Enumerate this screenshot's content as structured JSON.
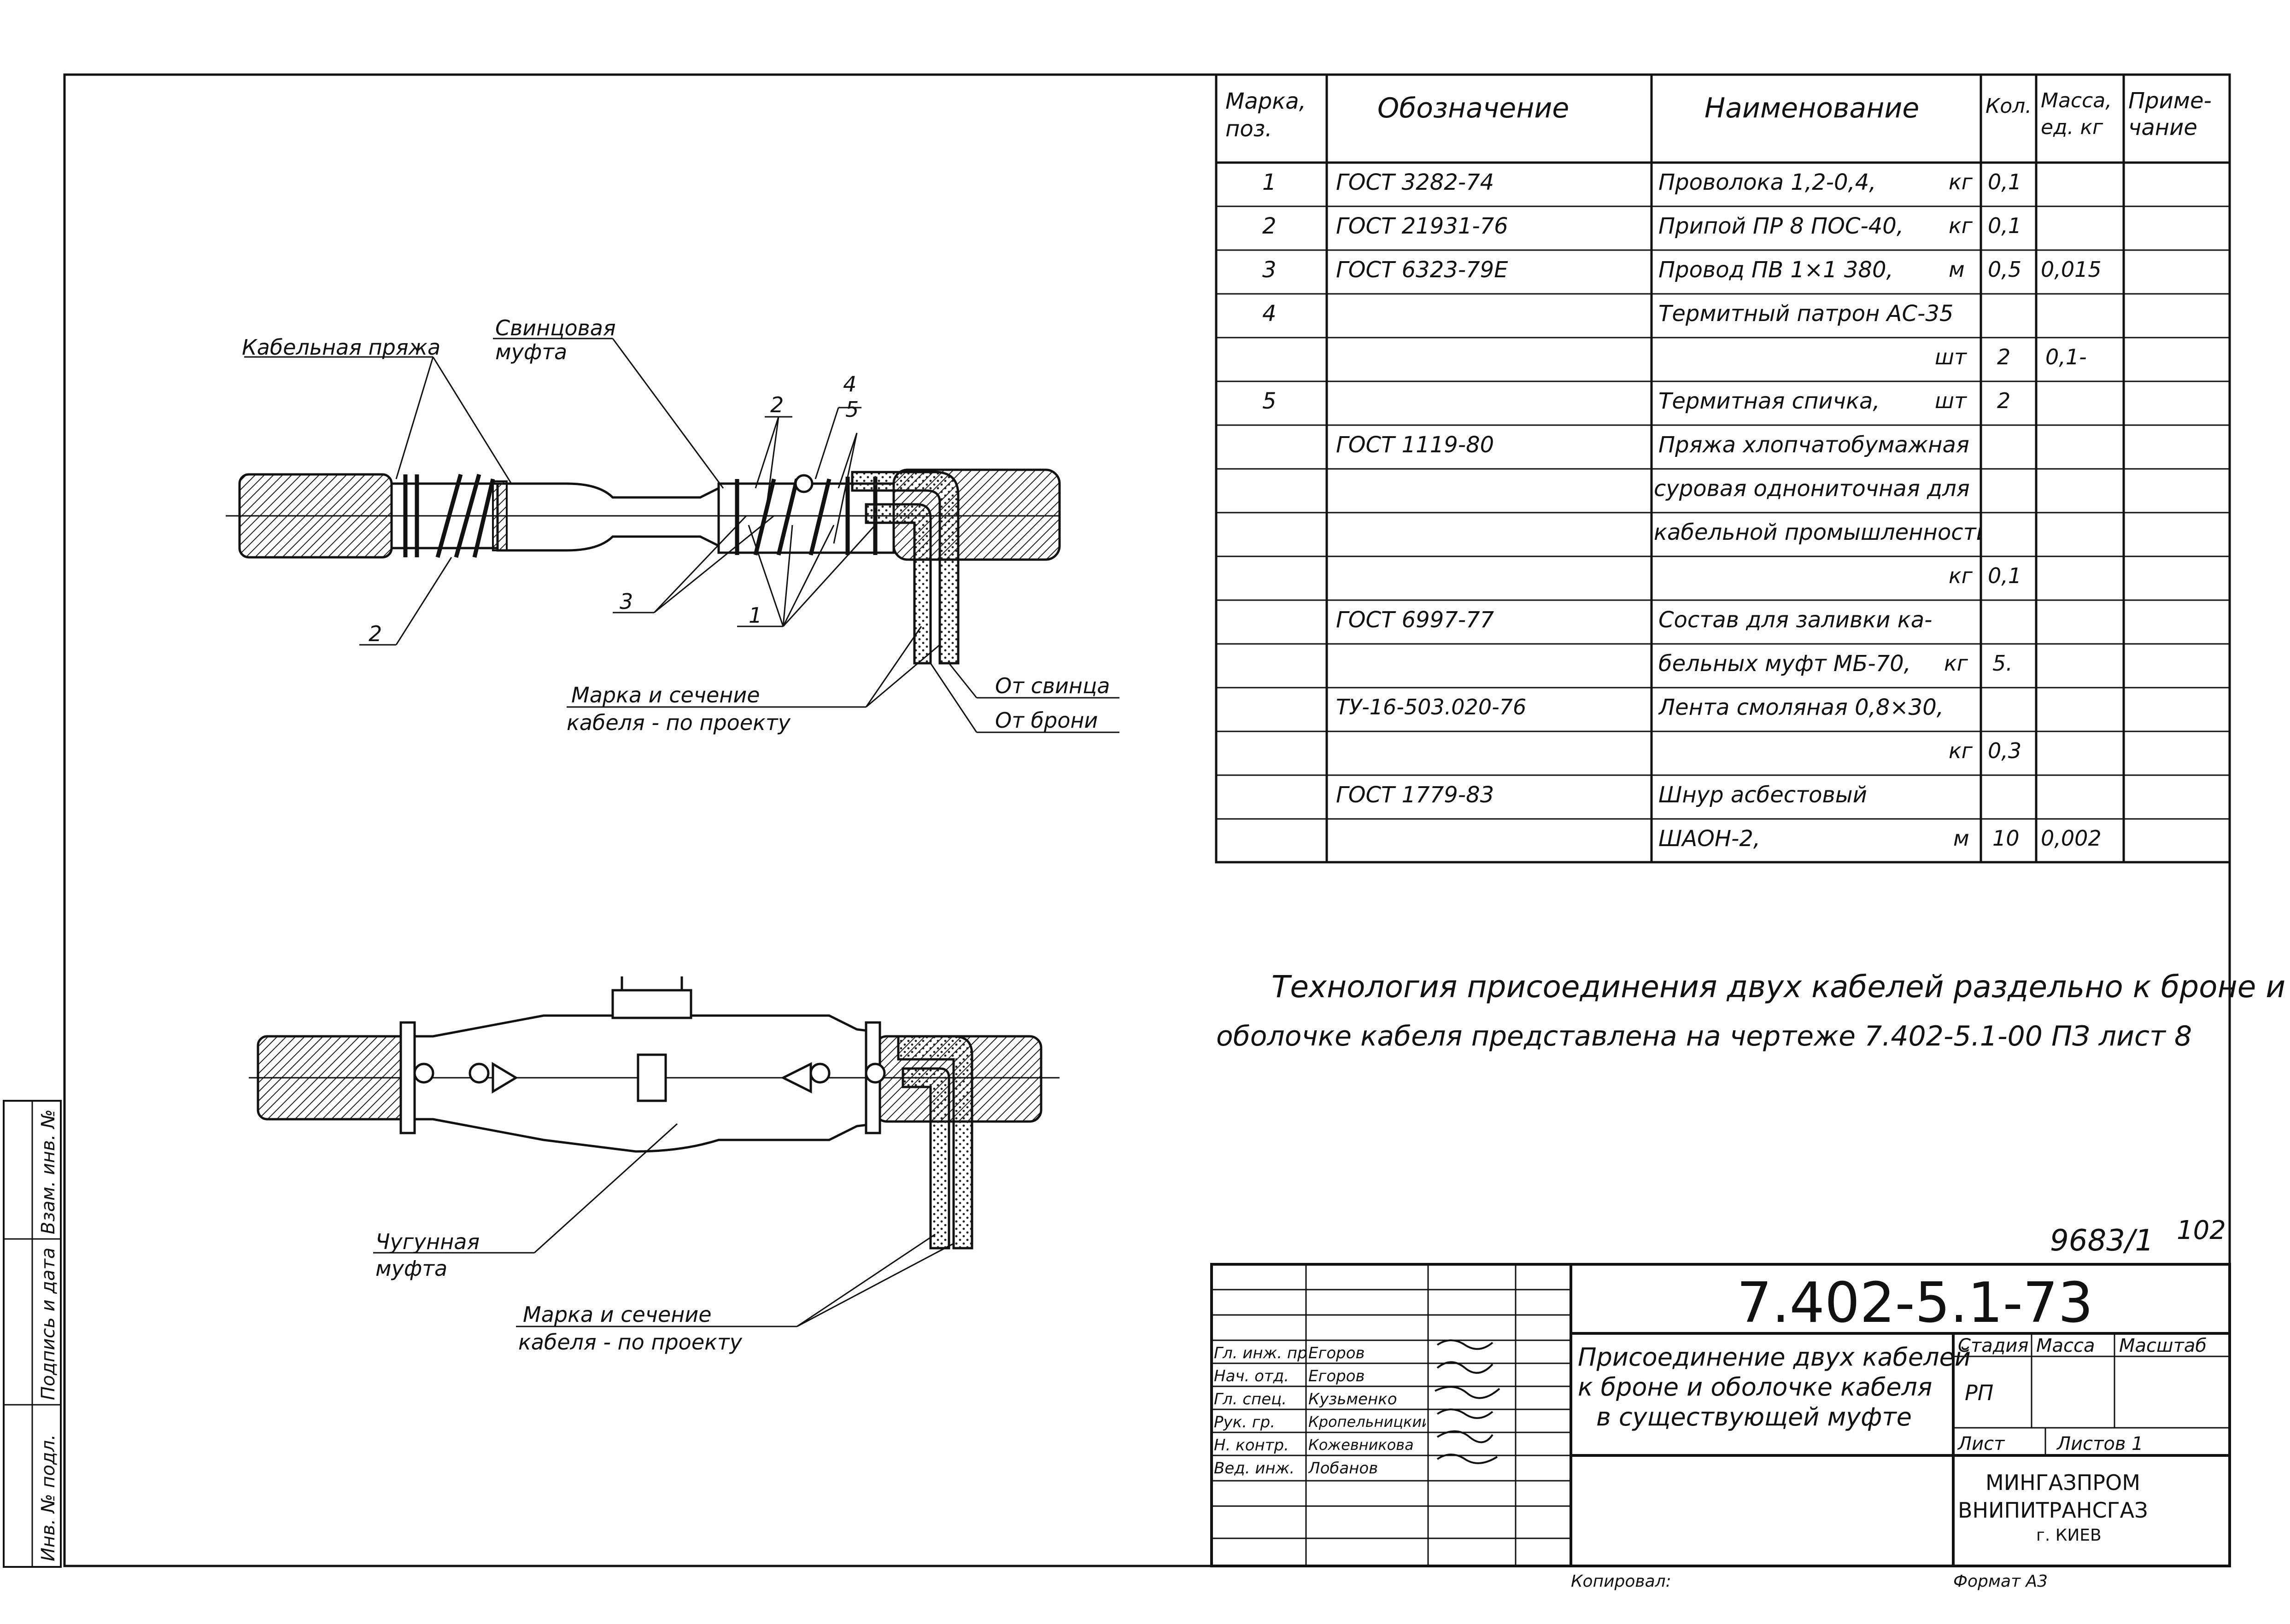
{
  "spec_table": {
    "headers": {
      "pos": "Марка, поз.",
      "designation": "Обозначение",
      "name": "Наименование",
      "qty": "Кол.",
      "mass": "Масса, ед. кг",
      "note": "Приме- чание"
    },
    "rows": [
      {
        "pos": "1",
        "designation": "ГОСТ 3282-74",
        "name": "Проволока 1,2-0,4,",
        "unit": "кг",
        "qty": "0,1",
        "mass": ""
      },
      {
        "pos": "2",
        "designation": "ГОСТ 21931-76",
        "name": "Припой ПР 8 ПОС-40,",
        "unit": "кг",
        "qty": "0,1",
        "mass": ""
      },
      {
        "pos": "3",
        "designation": "ГОСТ 6323-79Е",
        "name": "Провод ПВ 1×1 380,",
        "unit": "м",
        "qty": "0,5",
        "mass": "0,015"
      },
      {
        "pos": "4",
        "designation": "",
        "name": "Термитный патрон АС-35",
        "unit": "",
        "qty": "",
        "mass": ""
      },
      {
        "pos": "",
        "designation": "",
        "name": "",
        "unit": "шт",
        "qty": "2",
        "mass": "0,1-"
      },
      {
        "pos": "5",
        "designation": "",
        "name": "Термитная спичка,",
        "unit": "шт",
        "qty": "2",
        "mass": ""
      },
      {
        "pos": "",
        "designation": "ГОСТ 1119-80",
        "name": "Пряжа хлопчатобумажная",
        "unit": "",
        "qty": "",
        "mass": ""
      },
      {
        "pos": "",
        "designation": "",
        "name": "суровая однониточная для",
        "unit": "",
        "qty": "",
        "mass": ""
      },
      {
        "pos": "",
        "designation": "",
        "name": "кабельной промышленности,",
        "unit": "",
        "qty": "",
        "mass": ""
      },
      {
        "pos": "",
        "designation": "",
        "name": "",
        "unit": "кг",
        "qty": "0,1",
        "mass": ""
      },
      {
        "pos": "",
        "designation": "ГОСТ 6997-77",
        "name": "Состав для заливки ка-",
        "unit": "",
        "qty": "",
        "mass": ""
      },
      {
        "pos": "",
        "designation": "",
        "name": "бельных муфт МБ-70,",
        "unit": "кг",
        "qty": "5.",
        "mass": ""
      },
      {
        "pos": "",
        "designation": "ТУ-16-503.020-76",
        "name": "Лента смоляная 0,8×30,",
        "unit": "",
        "qty": "",
        "mass": ""
      },
      {
        "pos": "",
        "designation": "",
        "name": "",
        "unit": "кг",
        "qty": "0,3",
        "mass": ""
      },
      {
        "pos": "",
        "designation": "ГОСТ 1779-83",
        "name": "Шнур асбестовый",
        "unit": "",
        "qty": "",
        "mass": ""
      },
      {
        "pos": "",
        "designation": "",
        "name": "ШАОН-2,",
        "unit": "м",
        "qty": "10",
        "mass": "0,002"
      }
    ]
  },
  "note": {
    "line1": "Технология присоединения двух кабелей раздельно к броне и свинцовой",
    "line2": "оболочке кабеля представлена на чертеже 7.402-5.1-00 ПЗ лист 8"
  },
  "drawing1": {
    "label_yarn": "Кабельная пряжа",
    "label_lead_sleeve_1": "Свинцовая",
    "label_lead_sleeve_2": "муфта",
    "label_mark_1": "Марка и сечение",
    "label_mark_2": "кабеля - по проекту",
    "label_from_lead": "От свинца",
    "label_from_armor": "От брони",
    "pos_1": "1",
    "pos_2": "2",
    "pos_2b": "2",
    "pos_3": "3",
    "pos_4": "4",
    "pos_5": "5"
  },
  "drawing2": {
    "label_cast_1": "Чугунная",
    "label_cast_2": "муфта",
    "label_mark_1": "Марка и сечение",
    "label_mark_2": "кабеля - по проекту"
  },
  "archive_no": "9683/1",
  "sheet_no": "102",
  "title_block": {
    "doc_code": "7.402-5.1-73",
    "title_1": "Присоединение двух кабелей",
    "title_2": "к броне и оболочке кабеля",
    "title_3": "в существующей муфте",
    "stage_h": "Стадия",
    "mass_h": "Масса",
    "scale_h": "Масштаб",
    "stage_v": "РП",
    "sheet_h": "Лист",
    "sheets_h": "Листов 1",
    "org_1": "МИНГАЗПРОМ",
    "org_2": "ВНИПИТРАНСГАЗ",
    "org_3": "г. КИЕВ",
    "roles": [
      {
        "role": "Гл. инж. пр.",
        "name": "Егоров"
      },
      {
        "role": "Нач. отд.",
        "name": "Егоров"
      },
      {
        "role": "Гл. спец.",
        "name": "Кузьменко"
      },
      {
        "role": "Рук. гр.",
        "name": "Кропельницкий"
      },
      {
        "role": "Н. контр.",
        "name": "Кожевникова"
      },
      {
        "role": "Вед. инж.",
        "name": "Лобанов"
      }
    ],
    "copied": "Копировал:",
    "format": "Формат А3"
  },
  "side_stamp": {
    "c1": "Инв. № подл.",
    "c2": "Подпись и дата",
    "c3": "Взам. инв. №"
  }
}
